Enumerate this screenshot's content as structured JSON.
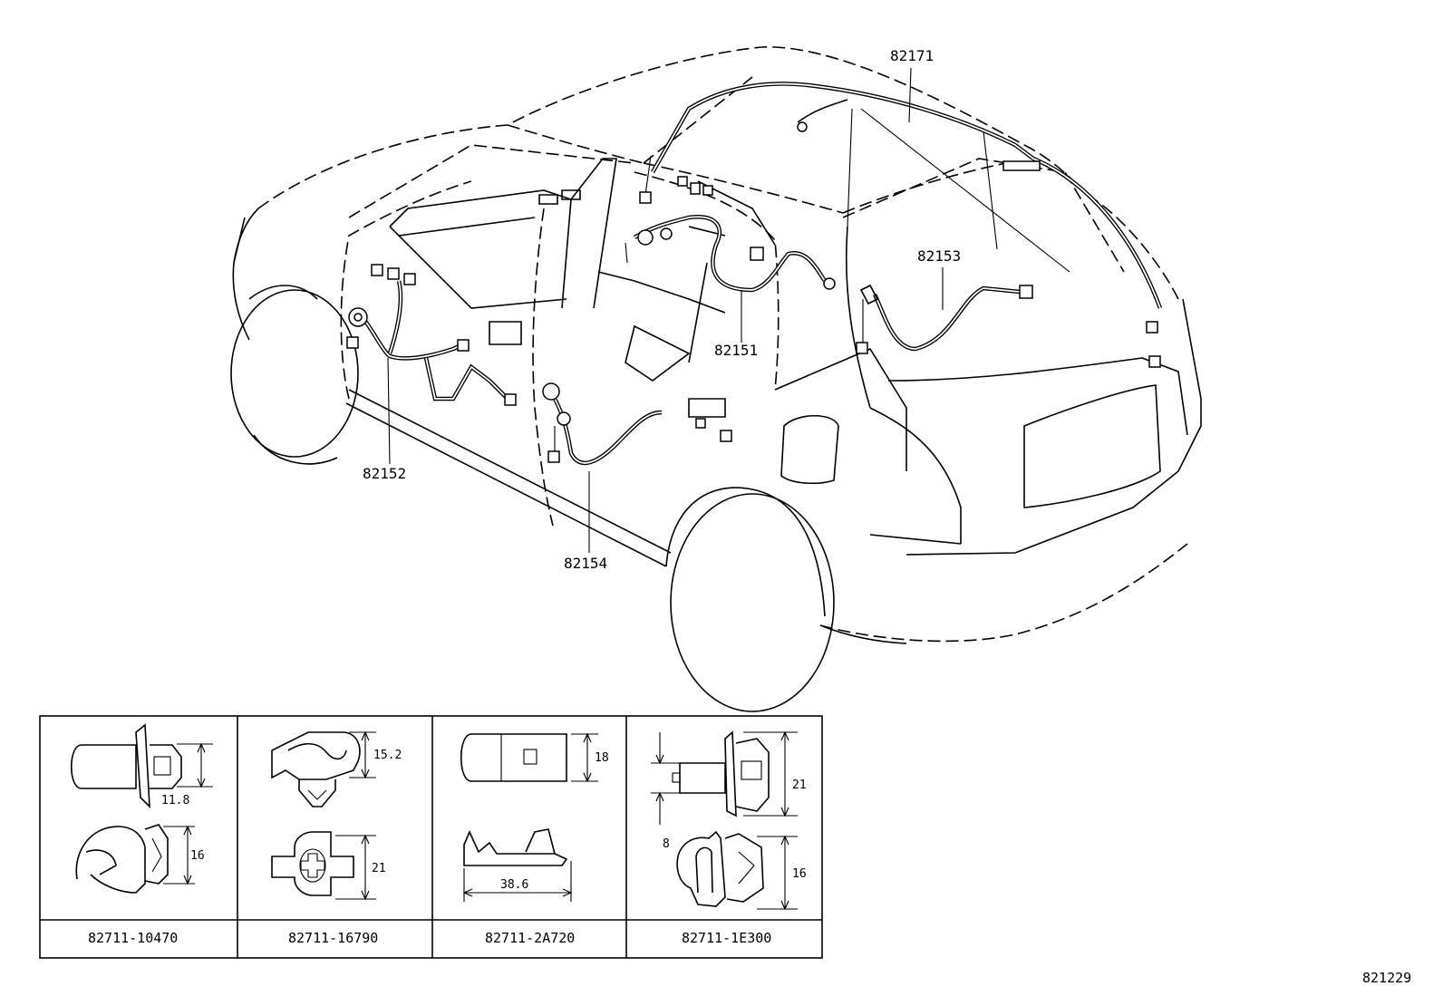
{
  "callouts": [
    {
      "id": "82171",
      "text": "82171"
    },
    {
      "id": "82153",
      "text": "82153"
    },
    {
      "id": "82151",
      "text": "82151"
    },
    {
      "id": "82152",
      "text": "82152"
    },
    {
      "id": "82154",
      "text": "82154"
    }
  ],
  "parts_table": {
    "cells": [
      {
        "part_no": "82711-10470",
        "dims": [
          "11.8",
          "16"
        ]
      },
      {
        "part_no": "82711-16790",
        "dims": [
          "15.2",
          "21"
        ]
      },
      {
        "part_no": "82711-2A720",
        "dims": [
          "18",
          "38.6"
        ]
      },
      {
        "part_no": "82711-1E300",
        "dims": [
          "21",
          "8",
          "16"
        ]
      }
    ]
  },
  "figure_ref": "821229"
}
